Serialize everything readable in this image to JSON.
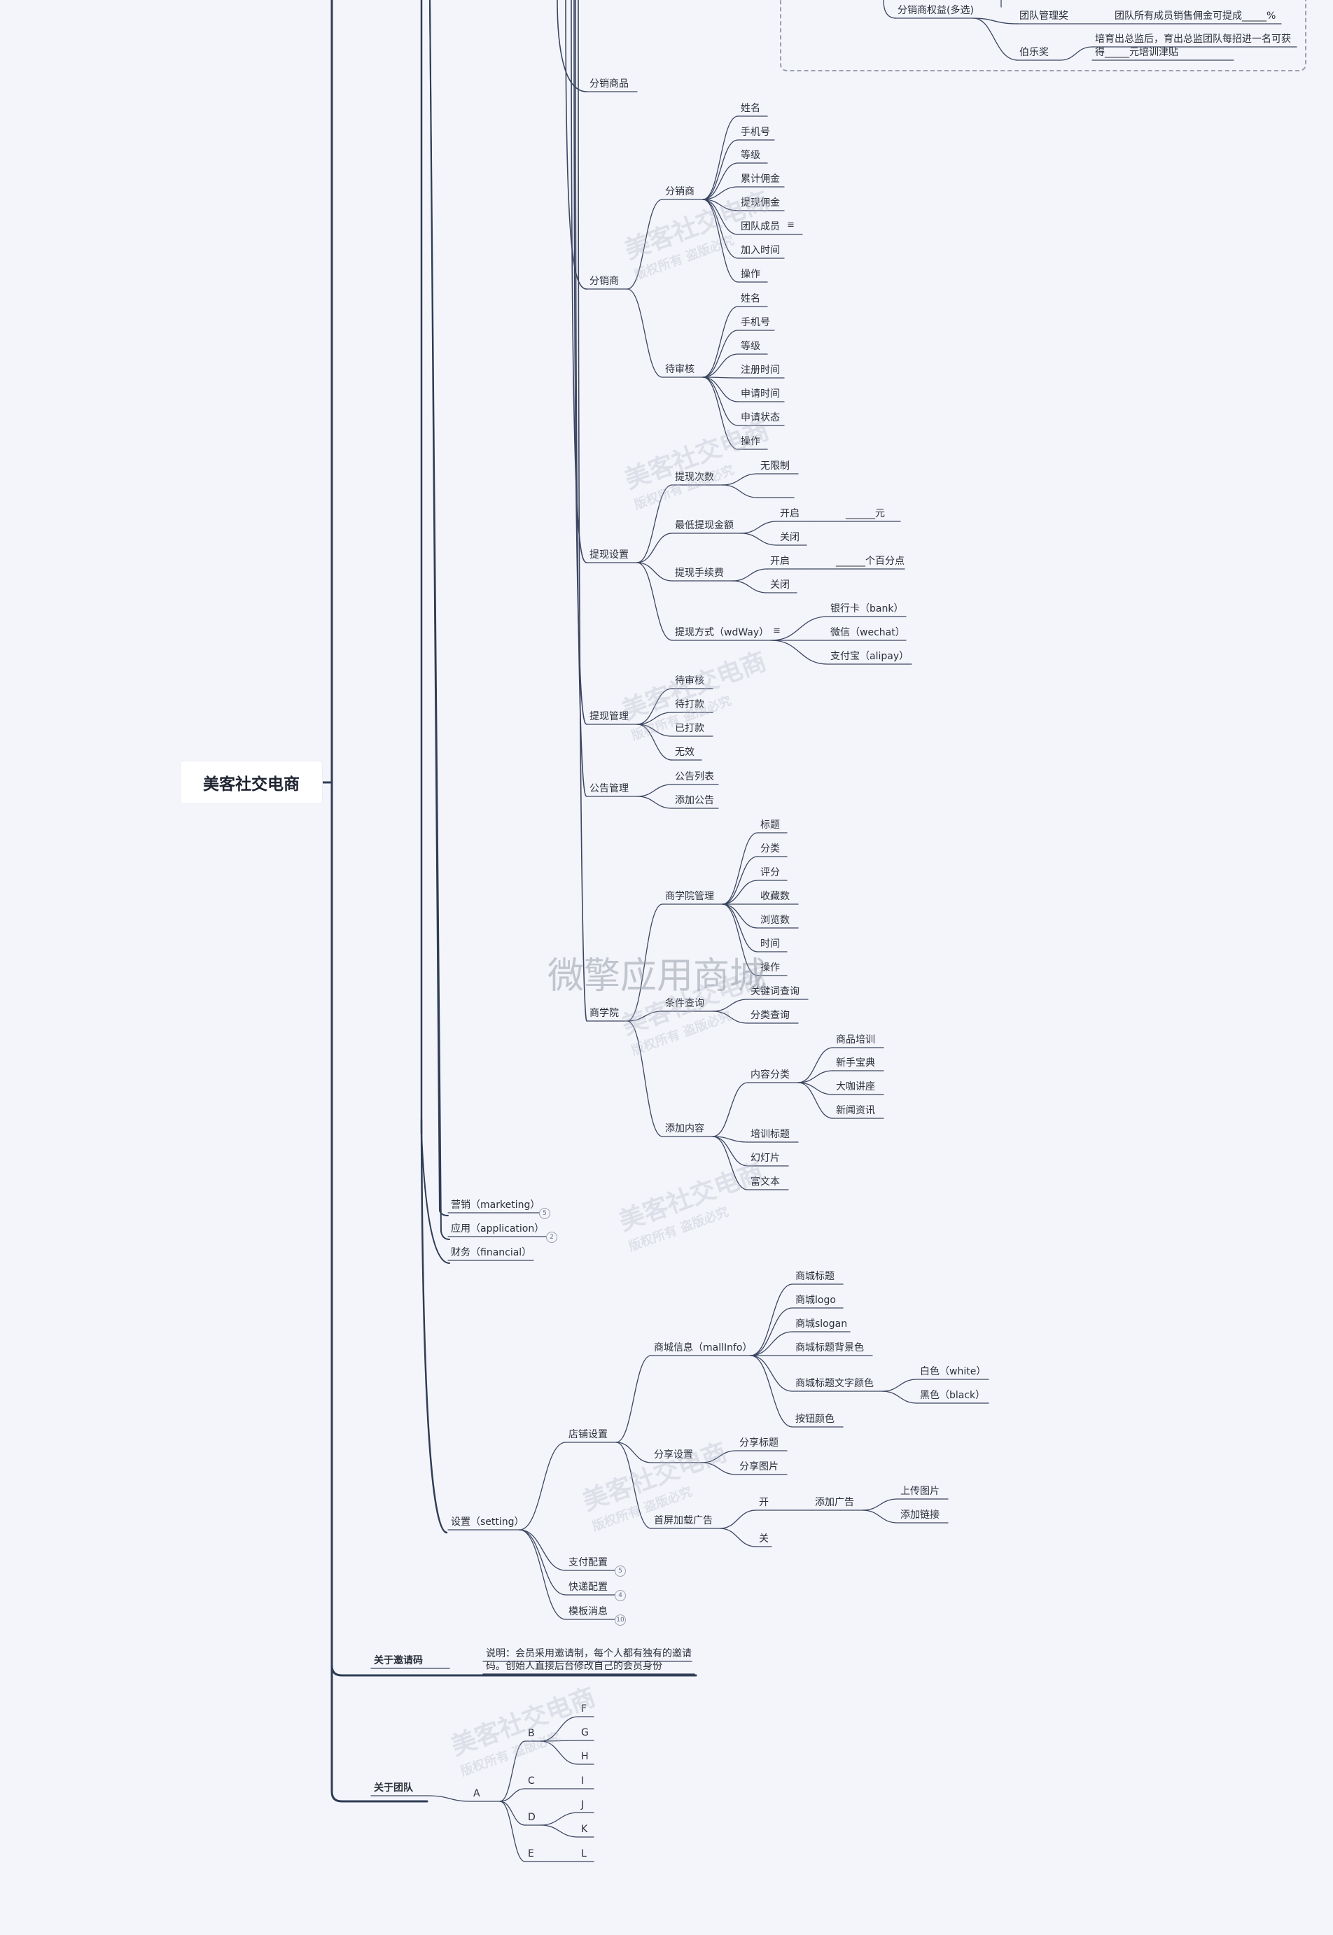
{
  "root": {
    "label": "美客社交电商"
  },
  "top_fragment": {
    "items": [
      {
        "id": "r_dist_rights",
        "label": "分销商权益(多选)"
      },
      {
        "id": "r_team_award",
        "label": "团队管理奖"
      },
      {
        "id": "r_team_award_txt",
        "label": "团队所有成员销售佣金可提成_____%"
      },
      {
        "id": "r_bole",
        "label": "伯乐奖"
      },
      {
        "id": "r_bole_txt1",
        "label": "培育出总监后，育出总监团队每招进一名可获"
      },
      {
        "id": "r_bole_txt2",
        "label": "得_____元培训津贴"
      }
    ]
  },
  "nodes": [
    {
      "id": "fx_goods",
      "label": "分销商品"
    },
    {
      "id": "fx",
      "label": "分销商"
    },
    {
      "id": "fx_s",
      "label": "分销商"
    },
    {
      "id": "fx_s1",
      "label": "姓名"
    },
    {
      "id": "fx_s2",
      "label": "手机号"
    },
    {
      "id": "fx_s3",
      "label": "等级"
    },
    {
      "id": "fx_s4",
      "label": "累计佣金"
    },
    {
      "id": "fx_s5",
      "label": "提现佣金"
    },
    {
      "id": "fx_s6",
      "label": "团队成员"
    },
    {
      "id": "fx_s7",
      "label": "加入时间"
    },
    {
      "id": "fx_s8",
      "label": "操作"
    },
    {
      "id": "fx_w",
      "label": "待审核"
    },
    {
      "id": "fx_w1",
      "label": "姓名"
    },
    {
      "id": "fx_w2",
      "label": "手机号"
    },
    {
      "id": "fx_w3",
      "label": "等级"
    },
    {
      "id": "fx_w4",
      "label": "注册时间"
    },
    {
      "id": "fx_w5",
      "label": "申请时间"
    },
    {
      "id": "fx_w6",
      "label": "申请状态"
    },
    {
      "id": "fx_w7",
      "label": "操作"
    },
    {
      "id": "tx",
      "label": "提现设置"
    },
    {
      "id": "tx_c",
      "label": "提现次数"
    },
    {
      "id": "tx_c1",
      "label": "无限制"
    },
    {
      "id": "tx_c2",
      "label": ""
    },
    {
      "id": "tx_m",
      "label": "最低提现金额"
    },
    {
      "id": "tx_m1",
      "label": "开启"
    },
    {
      "id": "tx_m1v",
      "label": "______元"
    },
    {
      "id": "tx_m2",
      "label": "关闭"
    },
    {
      "id": "tx_f",
      "label": "提现手续费"
    },
    {
      "id": "tx_f1",
      "label": "开启"
    },
    {
      "id": "tx_f1v",
      "label": "______个百分点"
    },
    {
      "id": "tx_f2",
      "label": "关闭"
    },
    {
      "id": "tx_w",
      "label": "提现方式（wdWay）"
    },
    {
      "id": "tx_w1",
      "label": "银行卡（bank）"
    },
    {
      "id": "tx_w2",
      "label": "微信（wechat）"
    },
    {
      "id": "tx_w3",
      "label": "支付宝（alipay）"
    },
    {
      "id": "txm",
      "label": "提现管理"
    },
    {
      "id": "txm1",
      "label": "待审核"
    },
    {
      "id": "txm2",
      "label": "待打款"
    },
    {
      "id": "txm3",
      "label": "已打款"
    },
    {
      "id": "txm4",
      "label": "无效"
    },
    {
      "id": "gg",
      "label": "公告管理"
    },
    {
      "id": "gg1",
      "label": "公告列表"
    },
    {
      "id": "gg2",
      "label": "添加公告"
    },
    {
      "id": "sxy",
      "label": "商学院"
    },
    {
      "id": "sxy_m",
      "label": "商学院管理"
    },
    {
      "id": "sxy_m1",
      "label": "标题"
    },
    {
      "id": "sxy_m2",
      "label": "分类"
    },
    {
      "id": "sxy_m3",
      "label": "评分"
    },
    {
      "id": "sxy_m4",
      "label": "收藏数"
    },
    {
      "id": "sxy_m5",
      "label": "浏览数"
    },
    {
      "id": "sxy_m6",
      "label": "时间"
    },
    {
      "id": "sxy_m7",
      "label": "操作"
    },
    {
      "id": "sxy_q",
      "label": "条件查询"
    },
    {
      "id": "sxy_q1",
      "label": "关键词查询"
    },
    {
      "id": "sxy_q2",
      "label": "分类查询"
    },
    {
      "id": "sxy_a",
      "label": "添加内容"
    },
    {
      "id": "sxy_ac",
      "label": "内容分类"
    },
    {
      "id": "sxy_ac1",
      "label": "商品培训"
    },
    {
      "id": "sxy_ac2",
      "label": "新手宝典"
    },
    {
      "id": "sxy_ac3",
      "label": "大咖讲座"
    },
    {
      "id": "sxy_ac4",
      "label": "新闻资讯"
    },
    {
      "id": "sxy_a2",
      "label": "培训标题"
    },
    {
      "id": "sxy_a3",
      "label": "幻灯片"
    },
    {
      "id": "sxy_a4",
      "label": "富文本"
    },
    {
      "id": "yx",
      "label": "营销（marketing）",
      "badge": "5"
    },
    {
      "id": "yy",
      "label": "应用（application）",
      "badge": "2"
    },
    {
      "id": "cw",
      "label": "财务（financial）"
    },
    {
      "id": "sz",
      "label": "设置（setting）"
    },
    {
      "id": "dp",
      "label": "店铺设置"
    },
    {
      "id": "dp_i",
      "label": "商城信息（mallInfo）"
    },
    {
      "id": "dp_i1",
      "label": "商城标题"
    },
    {
      "id": "dp_i2",
      "label": "商城logo"
    },
    {
      "id": "dp_i3",
      "label": "商城slogan"
    },
    {
      "id": "dp_i4",
      "label": "商城标题背景色"
    },
    {
      "id": "dp_i5",
      "label": "商城标题文字颜色"
    },
    {
      "id": "dp_i5a",
      "label": "白色（white）"
    },
    {
      "id": "dp_i5b",
      "label": "黑色（black）"
    },
    {
      "id": "dp_i6",
      "label": "按钮颜色"
    },
    {
      "id": "dp_s",
      "label": "分享设置"
    },
    {
      "id": "dp_s1",
      "label": "分享标题"
    },
    {
      "id": "dp_s2",
      "label": "分享图片"
    },
    {
      "id": "dp_a",
      "label": "首屏加载广告"
    },
    {
      "id": "dp_a1",
      "label": "开"
    },
    {
      "id": "dp_a1x",
      "label": "添加广告"
    },
    {
      "id": "dp_a1x1",
      "label": "上传图片"
    },
    {
      "id": "dp_a1x2",
      "label": "添加链接"
    },
    {
      "id": "dp_a2",
      "label": "关"
    },
    {
      "id": "zf",
      "label": "支付配置",
      "badge": "5"
    },
    {
      "id": "kd",
      "label": "快递配置",
      "badge": "4"
    },
    {
      "id": "mb",
      "label": "模板消息",
      "badge": "10"
    },
    {
      "id": "yqm",
      "label": "关于邀请码"
    },
    {
      "id": "yqm_t1",
      "label": "说明：会员采用邀请制，每个人都有独有的邀请"
    },
    {
      "id": "yqm_t2",
      "label": "码。创始人直接后台修改自己的会员身份"
    },
    {
      "id": "td",
      "label": "关于团队"
    },
    {
      "id": "tA",
      "label": "A"
    },
    {
      "id": "tB",
      "label": "B"
    },
    {
      "id": "tC",
      "label": "C"
    },
    {
      "id": "tD",
      "label": "D"
    },
    {
      "id": "tE",
      "label": "E"
    },
    {
      "id": "tF",
      "label": "F"
    },
    {
      "id": "tG",
      "label": "G"
    },
    {
      "id": "tH",
      "label": "H"
    },
    {
      "id": "tI",
      "label": "I"
    },
    {
      "id": "tJ",
      "label": "J"
    },
    {
      "id": "tK",
      "label": "K"
    },
    {
      "id": "tL",
      "label": "L"
    }
  ],
  "watermark": {
    "line1": "美客社交电商",
    "line2": "版权所有 盗版必究",
    "center": "微擎应用商城"
  },
  "colors": {
    "background": "#f4f5fb",
    "branch": "#2f3d55",
    "line": "#3b4660"
  }
}
